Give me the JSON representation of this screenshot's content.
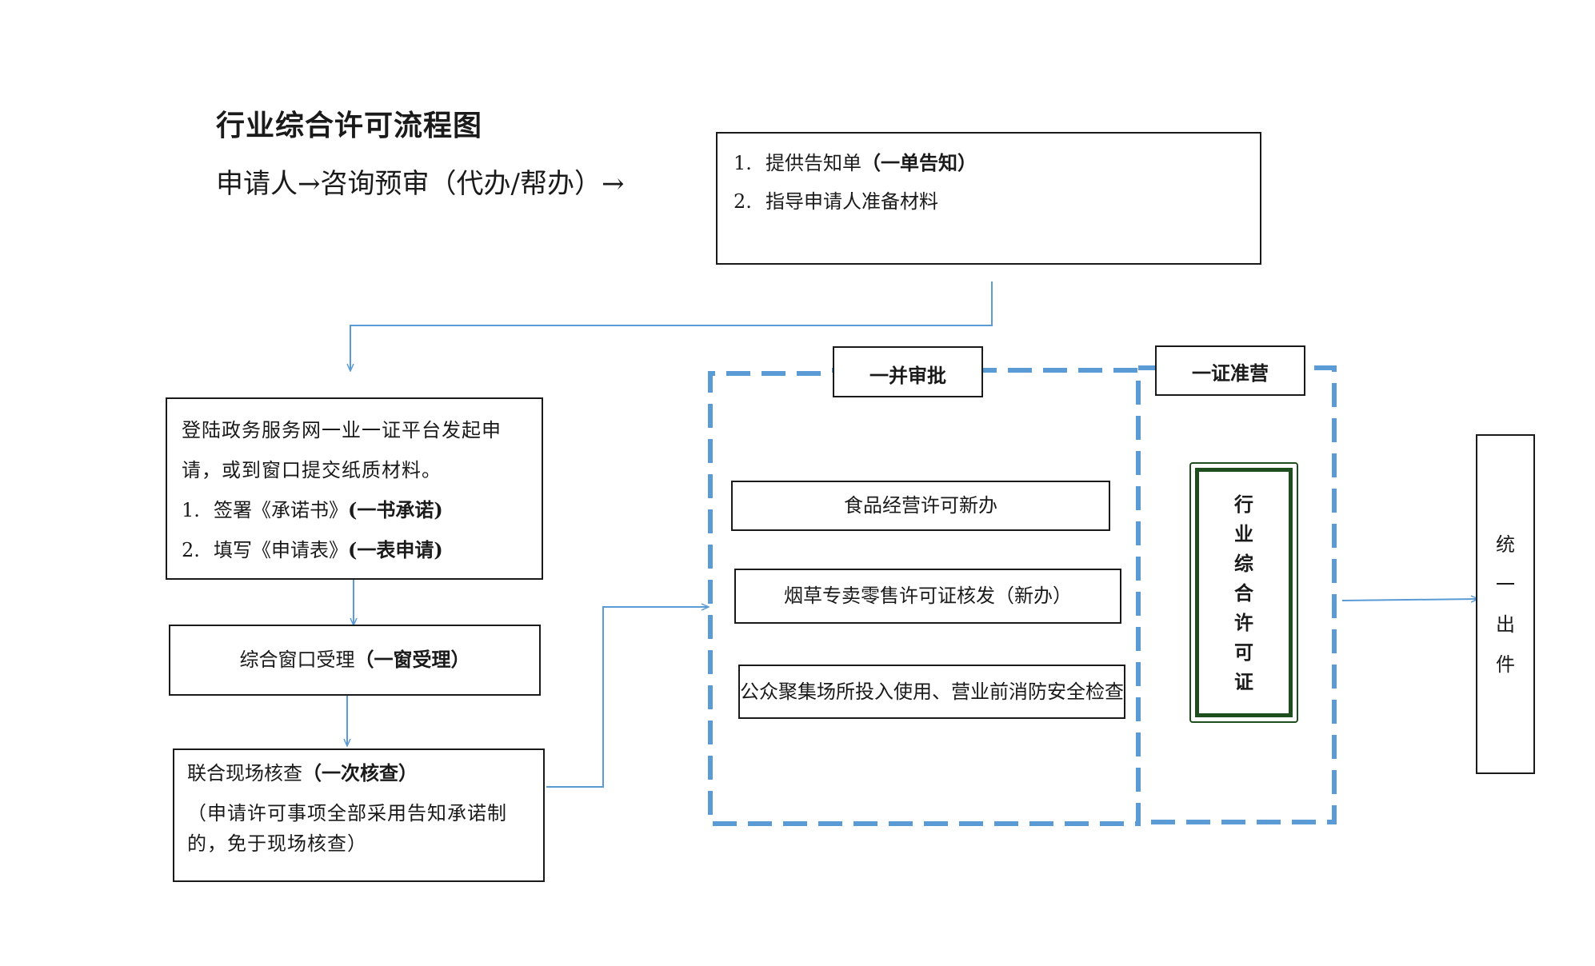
{
  "title": "行业综合许可流程图",
  "subtitle": "申请人→咨询预审（代办/帮办）→",
  "advice_box": {
    "items": [
      {
        "num": "1.",
        "text": "提供告知单",
        "bold": "（一单告知）"
      },
      {
        "num": "2.",
        "text": "指导申请人准备材料",
        "bold": ""
      }
    ]
  },
  "apply_box": {
    "intro": "登陆政务服务网一业一证平台发起申请，或到窗口提交纸质材料。",
    "items": [
      {
        "num": "1.",
        "text": "签署《承诺书》",
        "bold": "(一书承诺)"
      },
      {
        "num": "2.",
        "text": "填写《申请表》",
        "bold": "(一表申请)"
      }
    ]
  },
  "window_box": {
    "text": "综合窗口受理",
    "bold": "（一窗受理）"
  },
  "inspect_box": {
    "text": "联合现场核查",
    "bold": "（一次核查）",
    "note": "（申请许可事项全部采用告知承诺制的，免于现场核查）"
  },
  "approval_label": "一并审批",
  "cert_label": "一证准营",
  "items": [
    "食品经营许可新办",
    "烟草专卖零售许可证核发（新办）",
    "公众聚集场所投入使用、营业前消防安全检查"
  ],
  "license_chars": [
    "行",
    "业",
    "综",
    "合",
    "许",
    "可",
    "证"
  ],
  "output_chars": [
    "统",
    "一",
    "出",
    "件"
  ],
  "colors": {
    "arrow": "#5b9bd5",
    "dashed": "#5b9bd5",
    "license_border": "#1e4d1e",
    "border": "#1a1a1a"
  }
}
